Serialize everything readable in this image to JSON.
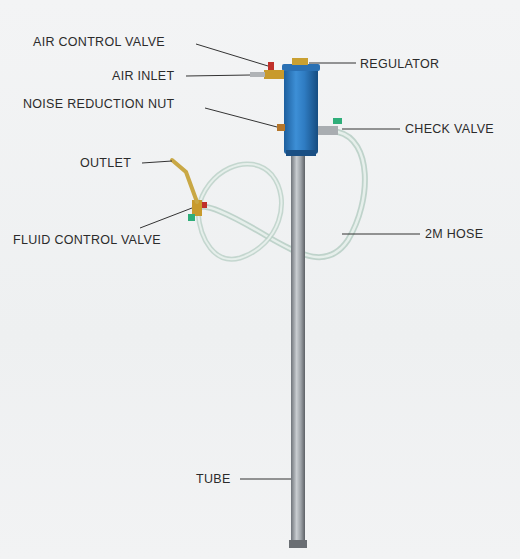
{
  "diagram": {
    "labels": [
      "AIR CONTROL VALVE",
      "AIR INLET",
      "NOISE REDUCTION NUT",
      "OUTLET",
      "FLUID CONTROL VALVE",
      "REGULATOR",
      "CHECK VALVE",
      "2M HOSE",
      "TUBE"
    ]
  }
}
